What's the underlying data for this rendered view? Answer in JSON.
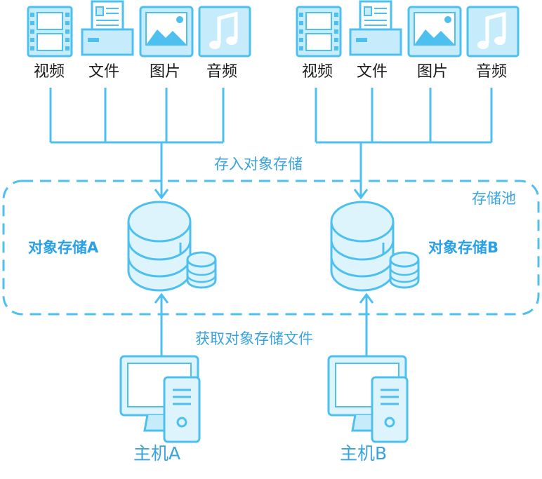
{
  "colors": {
    "accent": "#4ec0ef",
    "fill": "#c6ecfb",
    "fill_light": "#ddf4fd",
    "text_blue": "#3aa3dd",
    "label_dark": "#1a1a1a"
  },
  "groups": [
    {
      "files": [
        {
          "icon": "video-file-icon",
          "label": "视频"
        },
        {
          "icon": "document-file-icon",
          "label": "文件"
        },
        {
          "icon": "image-file-icon",
          "label": "图片"
        },
        {
          "icon": "audio-file-icon",
          "label": "音频"
        }
      ],
      "storage": "对象存储A",
      "host": "主机A"
    },
    {
      "files": [
        {
          "icon": "video-file-icon",
          "label": "视频"
        },
        {
          "icon": "document-file-icon",
          "label": "文件"
        },
        {
          "icon": "image-file-icon",
          "label": "图片"
        },
        {
          "icon": "audio-file-icon",
          "label": "音频"
        }
      ],
      "storage": "对象存储B",
      "host": "主机B"
    }
  ],
  "flows": {
    "store_in": "存入对象存储",
    "retrieve": "获取对象存储文件"
  },
  "pool": "存储池"
}
